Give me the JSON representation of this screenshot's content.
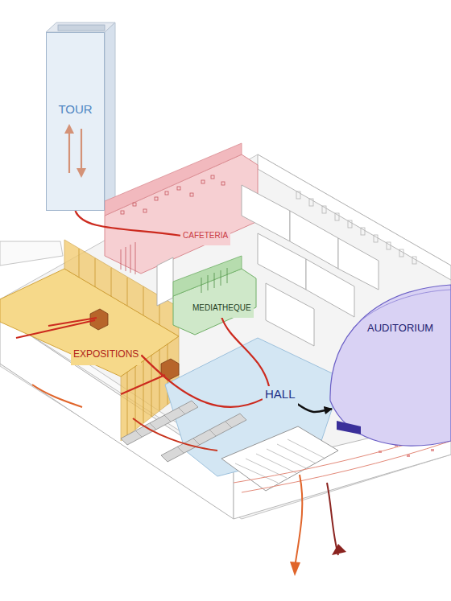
{
  "diagram": {
    "nodes": [
      {
        "text": [
          "TOUR"
        ]
      },
      {
        "text": [
          "CAFETERIA"
        ]
      },
      {
        "text": [
          "MEDIATHEQUE"
        ]
      },
      {
        "text": [
          "EXPOSITIONS"
        ]
      },
      {
        "text": [
          "HALL"
        ]
      },
      {
        "text": [
          "AUDITORIUM"
        ]
      }
    ],
    "edges": [
      {
        "from": 0,
        "to": 1,
        "arrow": "none"
      },
      {
        "from": 4,
        "to": 2,
        "arrow": "none"
      },
      {
        "from": 4,
        "to": 3,
        "arrow": "none"
      },
      {
        "from": 4,
        "to": 5,
        "arrow": "to"
      }
    ]
  }
}
